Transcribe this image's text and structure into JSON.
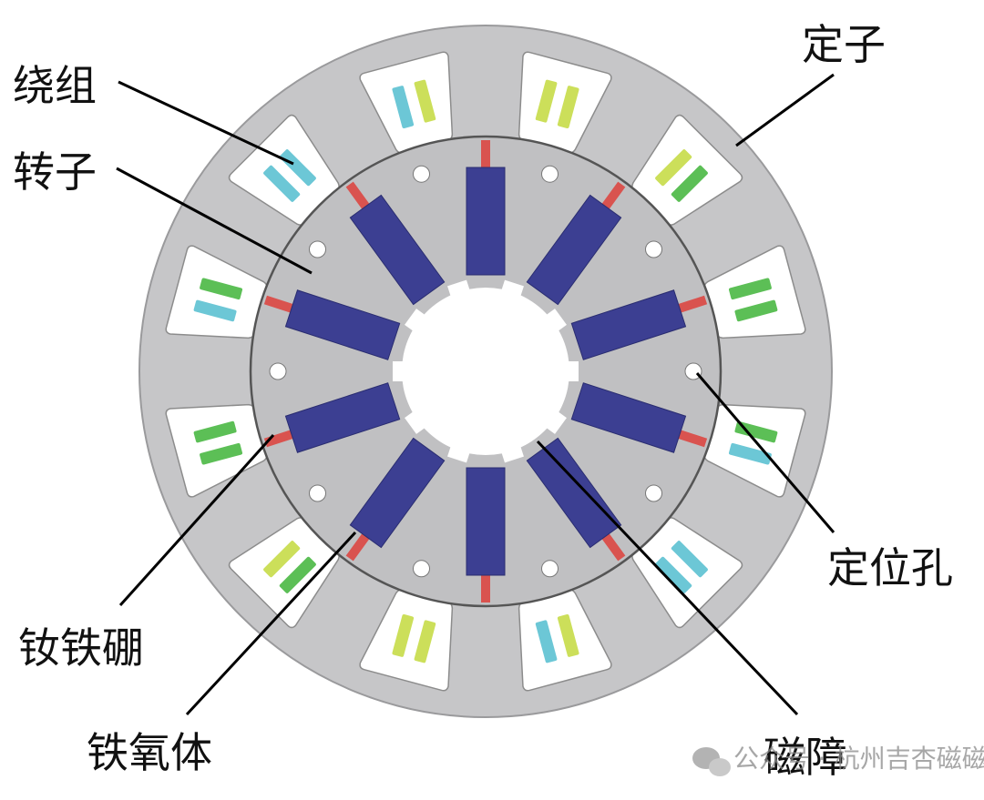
{
  "labels": {
    "winding": "绕组",
    "rotor": "转子",
    "stator": "定子",
    "locating_hole": "定位孔",
    "ndfeb": "钕铁硼",
    "ferrite": "铁氧体",
    "flux_barrier": "磁障"
  },
  "watermark": "公众号 · 杭州吉杏磁磁业",
  "colors": {
    "stator": "#c6c6c8",
    "stator_outline": "#9a9a9c",
    "rotor": "#c0c0c2",
    "rotor_outline": "#555555",
    "slot": "#ffffff",
    "magnet": "#3c3f92",
    "ndfeb_tip": "#d9534f",
    "coil_yellow": "#ccdf5a",
    "coil_green": "#5cbf56",
    "coil_cyan": "#6cc7d6",
    "shaft": "#ffffff"
  },
  "counts": {
    "stator_slots": 12,
    "rotor_poles": 10,
    "locating_holes": 10
  }
}
